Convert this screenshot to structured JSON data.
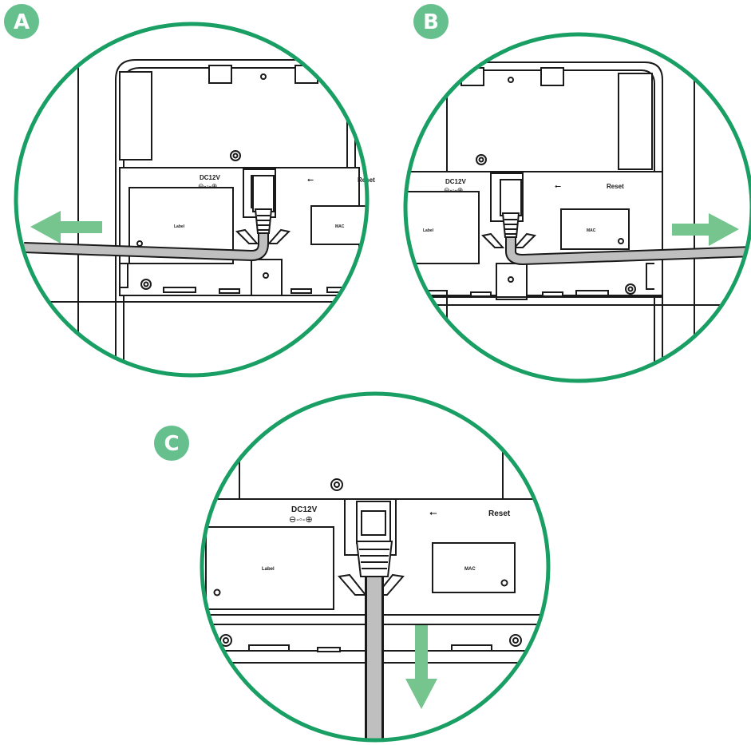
{
  "colors": {
    "ring": "#199f63",
    "badge": "#66c08e",
    "arrow": "#76c58f",
    "line": "#1a1a1a",
    "cable_fill": "#bfbfbf",
    "background": "#ffffff"
  },
  "panels": [
    {
      "badge": "A",
      "arrow_direction": "left",
      "texts": {
        "dc": "DC12V",
        "reset": "Reset",
        "label": "Label",
        "mac": "MAC"
      }
    },
    {
      "badge": "B",
      "arrow_direction": "right",
      "texts": {
        "dc": "DC12V",
        "reset": "Reset",
        "label": "Label",
        "mac": "MAC"
      }
    },
    {
      "badge": "C",
      "arrow_direction": "down",
      "texts": {
        "dc": "DC12V",
        "reset": "Reset",
        "label": "Label",
        "mac": "MAC"
      }
    }
  ],
  "icons": {
    "usb": "usb-icon",
    "power_polarity": "dc-polarity-icon",
    "screw": "screw-icon",
    "arrow": "arrow-icon"
  }
}
